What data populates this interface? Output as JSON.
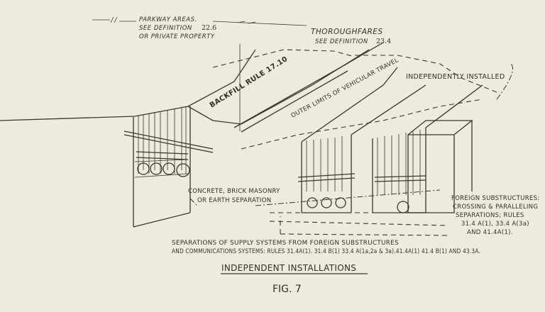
{
  "labels": {
    "parkway_line1": "PARKWAY AREAS.",
    "parkway_line2": "SEE DEFINITION",
    "parkway_ref": "22.6",
    "parkway_line3": "OR PRIVATE PROPERTY",
    "thoroughfares_line1": "THOROUGHFARES",
    "thoroughfares_line2": "SEE DEFINITION",
    "thoroughfares_ref": "23.4",
    "independently_installed": "INDEPENDENTLY INSTALLED",
    "backfill": "BACKFILL RULE 17.10",
    "outer_limits": "OUTER LIMITS OF VEHICULAR TRAVEL",
    "concrete_line1": "CONCRETE, BRICK MASONRY",
    "concrete_line2": "OR EARTH SEPARATION",
    "foreign_line1": "FOREIGN SUBSTRUCTURES:",
    "foreign_line2": "CROSSING & PARALLELING",
    "foreign_line3": "SEPARATIONS; RULES",
    "foreign_line4": "31.4 A(1), 33.4 A(3a)",
    "foreign_line5": "AND 41.4A(1)."
  },
  "caption": {
    "line1": "SEPARATIONS OF SUPPLY SYSTEMS FROM FOREIGN SUBSTRUCTURES",
    "line2": "AND COMMUNICATIONS SYSTEMS: RULES 31.4A(1). 31.4 B(1) 33.4 A(1a,2a & 3a).41.4A(1) 41.4 B(1) AND 43.3A.",
    "title": "INDEPENDENT INSTALLATIONS",
    "figure": "FIG. 7"
  }
}
